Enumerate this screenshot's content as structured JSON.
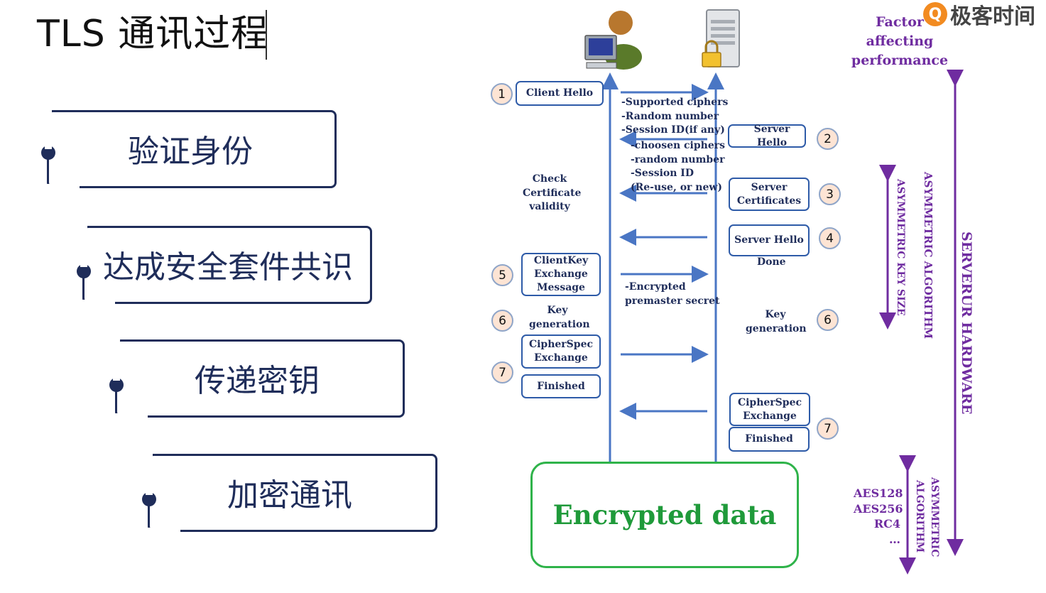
{
  "title": "TLS 通讯过程",
  "logo": {
    "mark": "Q",
    "text": "极客时间"
  },
  "steps": [
    "验证身份",
    "达成安全套件共识",
    "传递密钥",
    "加密通讯"
  ],
  "client_side": {
    "client_hello": "Client Hello",
    "client_key_exchange": "ClientKey Exchange Message",
    "key_generation": "Key generation",
    "cipher_spec_exchange": "CipherSpec Exchange",
    "finished": "Finished",
    "check_certificate": "Check Certificate validity"
  },
  "server_side": {
    "server_hello": "Server Hello",
    "server_certificates": "Server Certificates",
    "server_hello_done_1": "Server Hello",
    "server_hello_done_2": "Done",
    "key_generation": "Key generation",
    "cipher_spec_exchange": "CipherSpec Exchange",
    "finished": "Finished"
  },
  "numbers": {
    "n1": "1",
    "n2": "2",
    "n3": "3",
    "n4": "4",
    "n5": "5",
    "n6a": "6",
    "n6b": "6",
    "n7a": "7",
    "n7b": "7"
  },
  "messages": {
    "client_hello_lines": [
      "-Supported ciphers",
      "-Random number",
      "-Session ID(if any)"
    ],
    "server_hello_lines": [
      "-choosen ciphers",
      "-random number",
      "-Session ID",
      "(Re-use, or new)"
    ],
    "premaster_lines": [
      "-Encrypted",
      "premaster secret"
    ]
  },
  "encrypted_data": "Encrypted data",
  "factors": {
    "header_line1": "Factor affecting",
    "header_line2": "performance",
    "asym_algorithm": "ASYMMETRIC ALGORITHM",
    "asym_key_size": "ASYMMETRIC KEY SIZE",
    "server_hardware": "SERVERUR  HARDWARE",
    "sym_list": [
      "AES128",
      "AES256",
      "RC4",
      "…"
    ],
    "asymmetric": "ASYMMETRIC",
    "algorithm": "ALGORITHM"
  },
  "colors": {
    "navy": "#1f2d5a",
    "arrow_blue": "#4a76c4",
    "purple": "#6f2ca0",
    "green": "#2fb34a",
    "accent_orange": "#f28b21"
  },
  "icons": [
    "client-computer-icon",
    "server-lock-icon"
  ]
}
